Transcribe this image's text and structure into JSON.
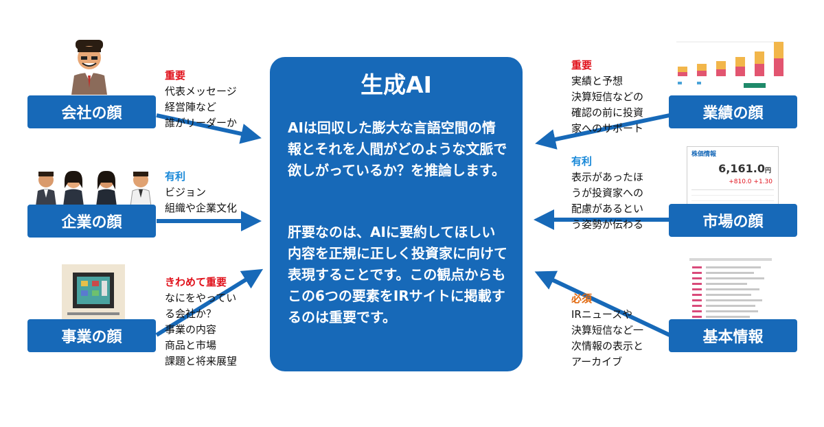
{
  "center": {
    "title": "生成AI",
    "paragraph1": "AIは回収した膨大な言語空間の情報とそれを人間がどのような文脈で欲しがっているか？を推論します。",
    "paragraph2": "肝要なのは、AIに要約してほしい内容を正規に正しく投資家に向けて表現することです。この観点からもこの6つの要素をIRサイトに掲載するのは重要です。"
  },
  "left": [
    {
      "label": "会社の顔",
      "tag": "重要",
      "lines": [
        "代表メッセージ",
        "経営陣など",
        "誰がリーダーか"
      ]
    },
    {
      "label": "企業の顔",
      "tag": "有利",
      "lines": [
        "ビジョン",
        "組織や企業文化"
      ]
    },
    {
      "label": "事業の顔",
      "tag": "きわめて重要",
      "lines": [
        "なにをやってい",
        "る会社か？",
        "事業の内容",
        "商品と市場",
        "課題と将来展望"
      ]
    }
  ],
  "right": [
    {
      "label": "業績の顔",
      "tag": "重要",
      "lines": [
        "実績と予想",
        "決算短信などの",
        "確認の前に投資",
        "家へのサポート"
      ]
    },
    {
      "label": "市場の顔",
      "tag": "有利",
      "lines": [
        "表示があったほ",
        "うが投資家への",
        "配慮があるとい",
        "う姿勢が伝わる"
      ]
    },
    {
      "label": "基本情報",
      "tag": "必須",
      "lines": [
        "IRニュースや",
        "決算短信など一",
        "次情報の表示と",
        "アーカイブ"
      ]
    }
  ],
  "stock_widget": {
    "header": "株価情報",
    "price": "6,161.0",
    "unit": "円",
    "change": "+810.0",
    "change_pct": "+1.30"
  },
  "colors": {
    "box": "#1769b8",
    "important": "#e0101a",
    "advantage": "#1888d8",
    "essential": "#e26a10"
  }
}
